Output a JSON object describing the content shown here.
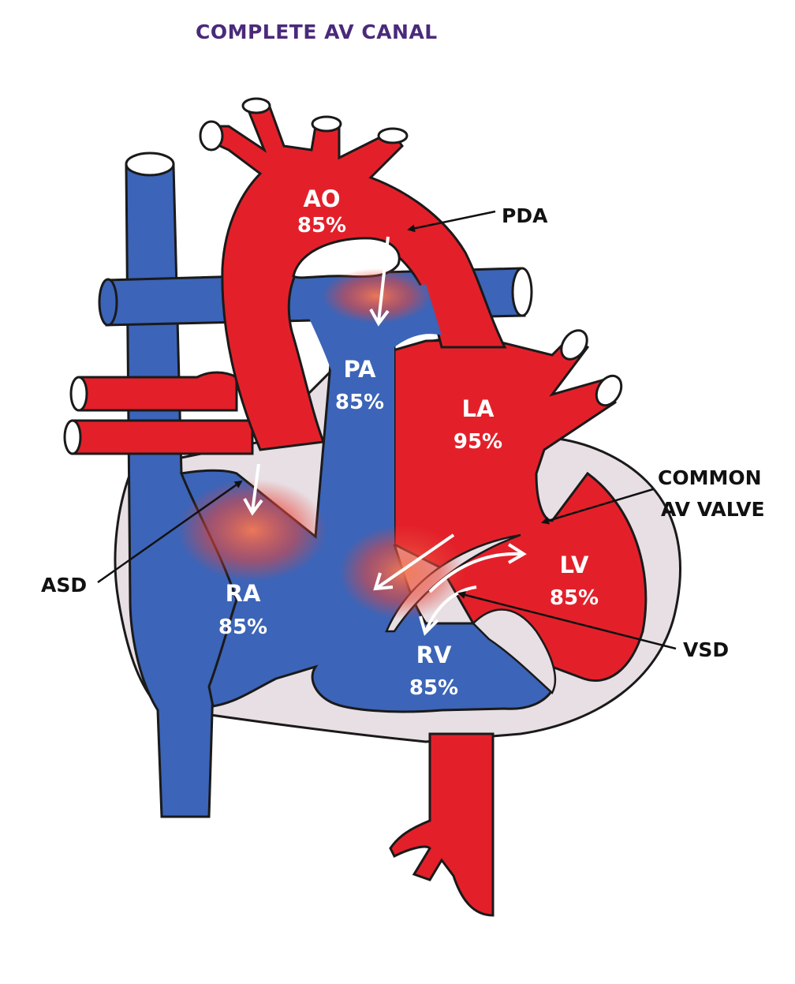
{
  "title": "COMPLETE AV CANAL",
  "colors": {
    "oxygenated": "#e3202a",
    "deoxygenated": "#3c64b8",
    "pericardium": "#e7dfe4",
    "outline": "#1a1a1a",
    "title": "#4a2a7a",
    "mixing_glow": "#f06a4a"
  },
  "chambers": {
    "ao": {
      "name": "AO",
      "sat": "85%"
    },
    "pa": {
      "name": "PA",
      "sat": "85%"
    },
    "la": {
      "name": "LA",
      "sat": "95%"
    },
    "ra": {
      "name": "RA",
      "sat": "85%"
    },
    "lv": {
      "name": "LV",
      "sat": "85%"
    },
    "rv": {
      "name": "RV",
      "sat": "85%"
    }
  },
  "callouts": {
    "pda": "PDA",
    "common_av_valve_line1": "COMMON",
    "common_av_valve_line2": "AV VALVE",
    "asd": "ASD",
    "vsd": "VSD"
  }
}
